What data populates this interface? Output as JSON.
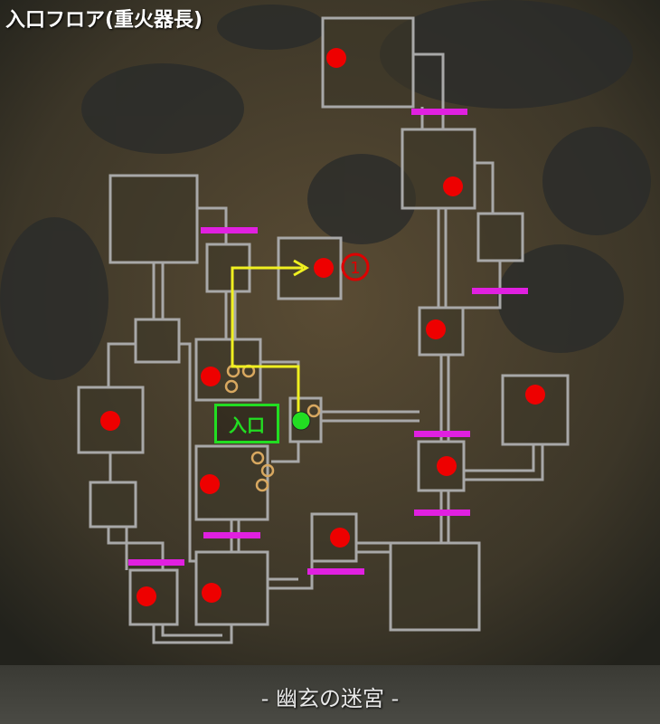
{
  "header": {
    "title": "入口フロア(重火器長)"
  },
  "footer": {
    "dungeon_name": "- 幽玄の迷宮 -"
  },
  "map": {
    "entrance_label": "入口",
    "marker_1": "1",
    "colors": {
      "room_border": "#a8a8a8",
      "enemy": "#ee0000",
      "door": "#e020e0",
      "route": "#f0f020",
      "start": "#22dd22"
    }
  }
}
